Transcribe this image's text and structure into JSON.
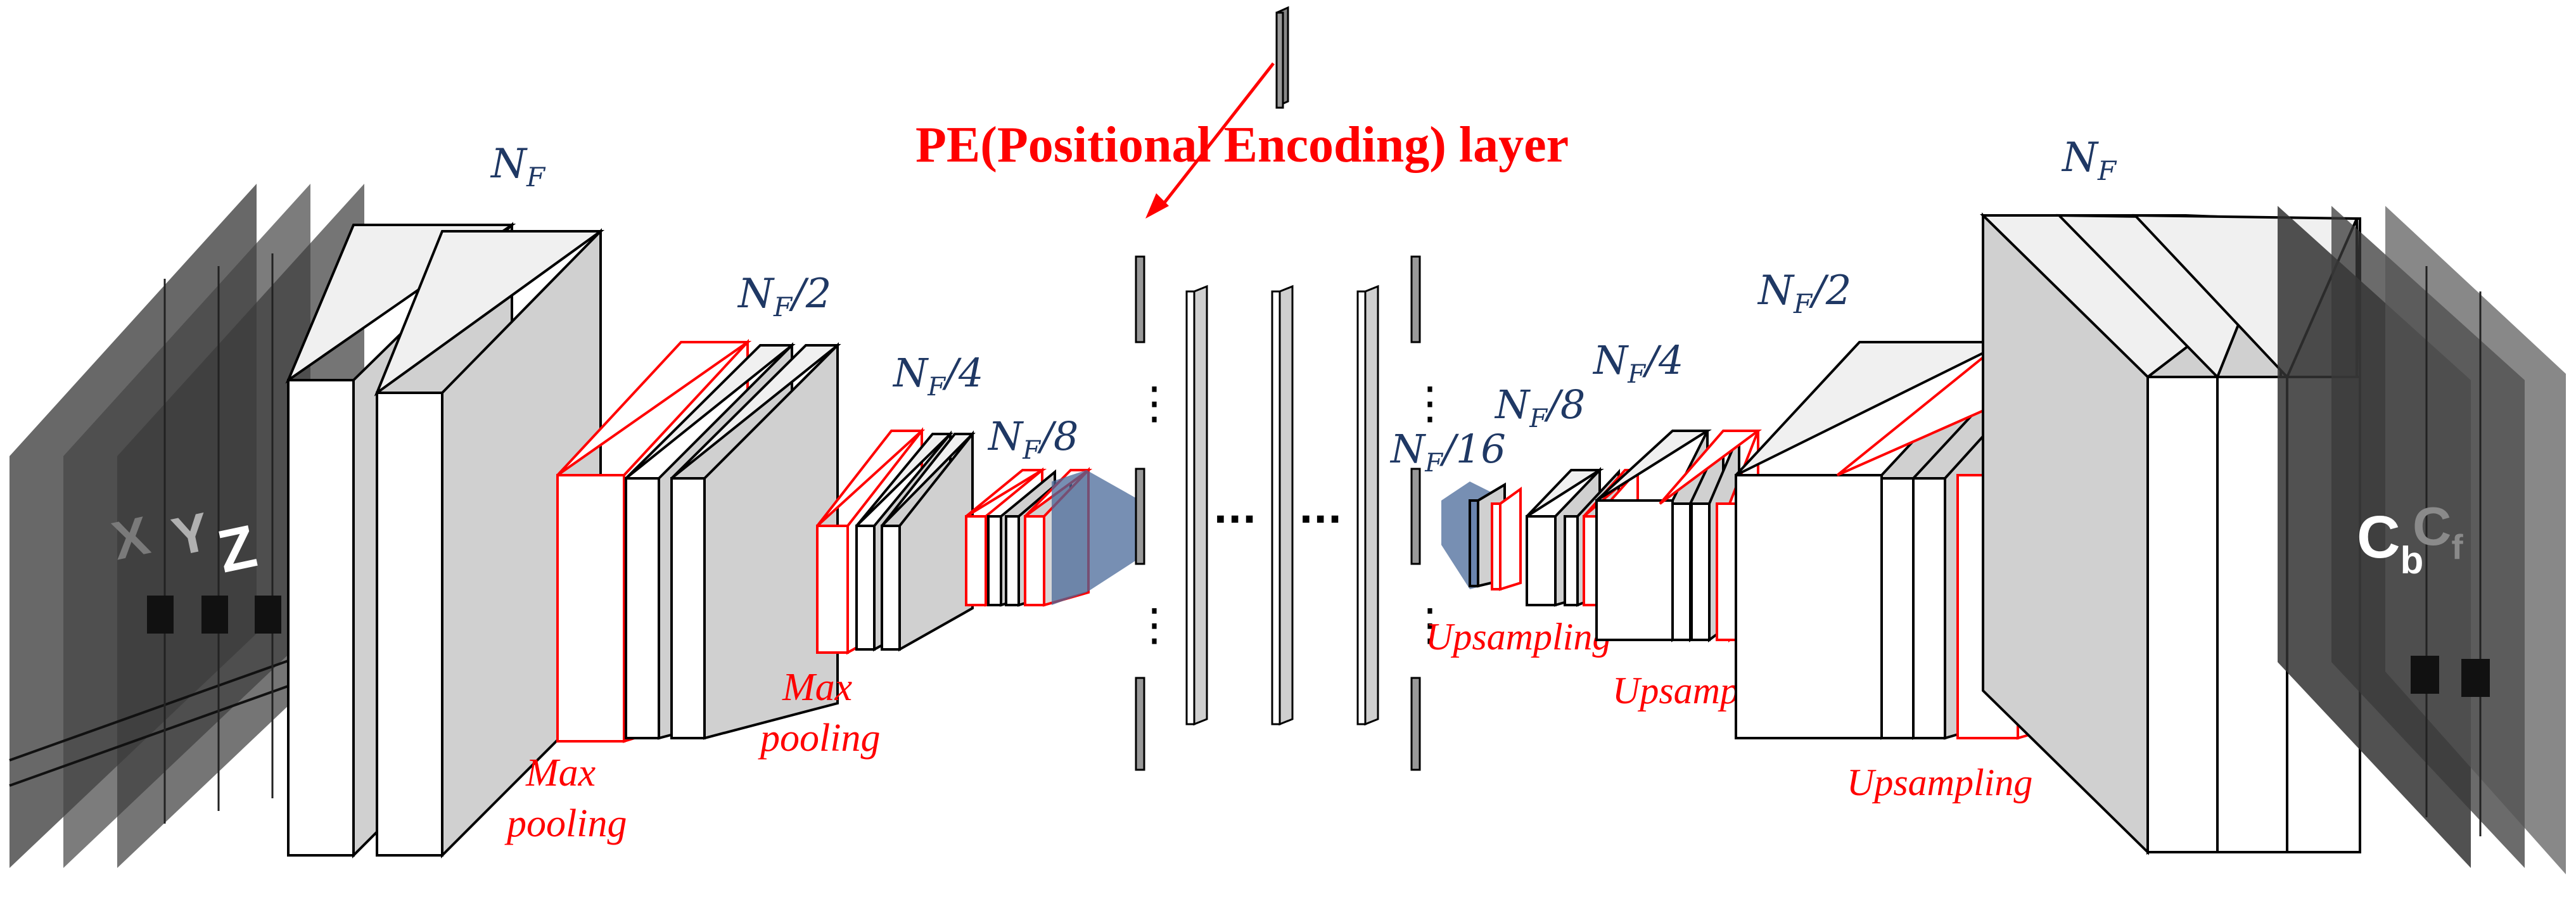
{
  "title": "PE(Positional Encoding) layer",
  "channels": {
    "full": {
      "base": "N",
      "sub": "F",
      "suffix": ""
    },
    "half": {
      "base": "N",
      "sub": "F",
      "suffix": "/2"
    },
    "quarter": {
      "base": "N",
      "sub": "F",
      "suffix": "/4"
    },
    "eighth": {
      "base": "N",
      "sub": "F",
      "suffix": "/8"
    },
    "sixteenth": {
      "base": "N",
      "sub": "F",
      "suffix": "/16"
    }
  },
  "operations": {
    "max": "Max",
    "pooling": "pooling",
    "upsampling": "Upsampling"
  },
  "inputs": [
    "X",
    "Y",
    "Z"
  ],
  "outputs": {
    "c_b": "C",
    "c_b_sub": "b",
    "c_f": "C",
    "c_f_sub": "f"
  },
  "ellipsis": "⋮",
  "hellipsis": "···",
  "colors": {
    "pool_block": "#FF0000",
    "label_blue": "#1F3864",
    "title_red": "#FF0000",
    "block_face": "#FFFFFF",
    "block_side": "#D0D0D0",
    "bottleneck": "#4A6A99"
  }
}
